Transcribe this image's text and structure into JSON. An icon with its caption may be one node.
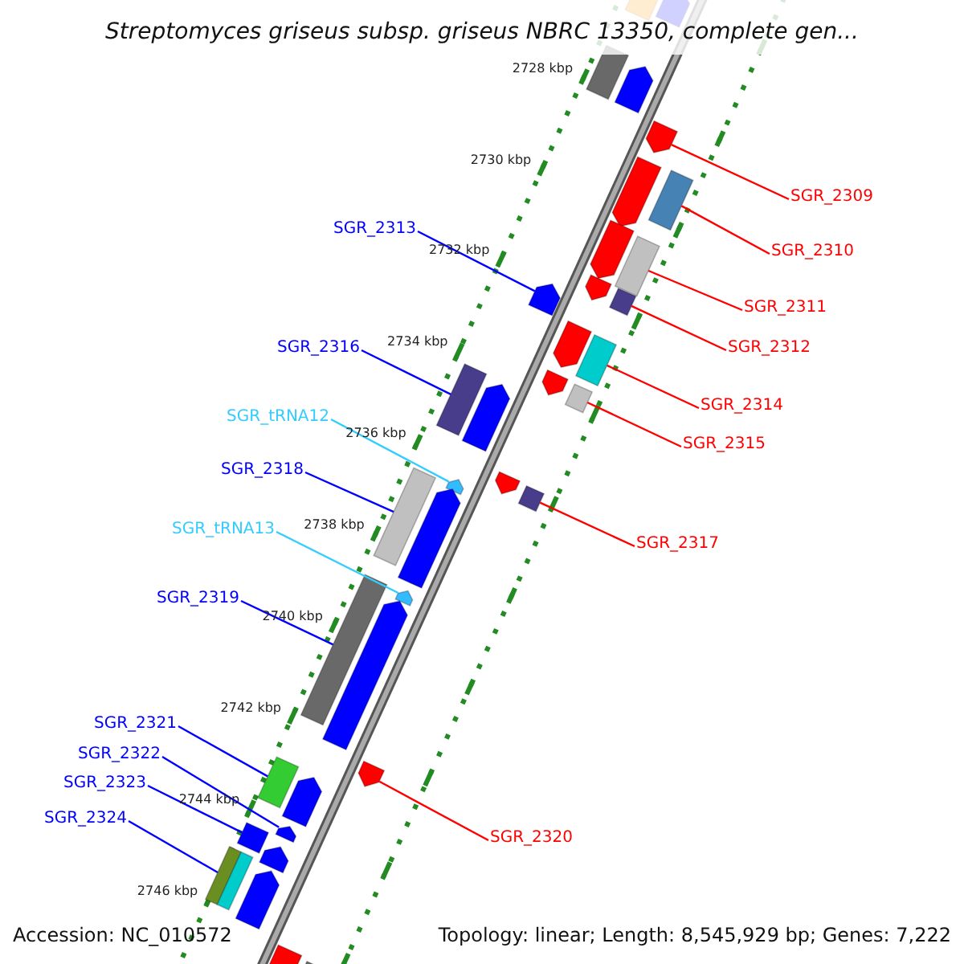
{
  "diagram": {
    "title": "Streptomyces griseus subsp. griseus NBRC 13350, complete gen...",
    "nodes": [
      {
        "text": [
          "SGR_2309"
        ]
      },
      {
        "text": [
          "SGR_2313"
        ]
      },
      {
        "text": [
          "SGR_2310"
        ]
      },
      {
        "text": [
          "SGR_2311"
        ]
      },
      {
        "text": [
          "SGR_2316"
        ]
      },
      {
        "text": [
          "SGR_2312"
        ]
      },
      {
        "text": [
          "SGR_2314"
        ]
      },
      {
        "text": [
          "SGR_tRNA12"
        ]
      },
      {
        "text": [
          "SGR_2315"
        ]
      },
      {
        "text": [
          "SGR_2318"
        ]
      },
      {
        "text": [
          "SGR_tRNA13"
        ]
      },
      {
        "text": [
          "SGR_2317"
        ]
      },
      {
        "text": [
          "SGR_2319"
        ]
      },
      {
        "text": [
          "SGR_2321"
        ]
      },
      {
        "text": [
          "SGR_2322"
        ]
      },
      {
        "text": [
          "SGR_2323"
        ]
      },
      {
        "text": [
          "SGR_2324"
        ]
      },
      {
        "text": [
          "SGR_2320"
        ]
      },
      {
        "text": [],
        "shape": "bar"
      },
      {
        "text": [],
        "shape": "bar"
      },
      {
        "text": [],
        "shape": "bar"
      },
      {
        "text": [],
        "shape": "bar"
      },
      {
        "text": [],
        "shape": "bar"
      },
      {
        "text": [],
        "shape": "bar"
      },
      {
        "text": [],
        "shape": "bar"
      },
      {
        "text": [],
        "shape": "bar"
      },
      {
        "text": [],
        "shape": "bar"
      },
      {
        "text": [],
        "shape": "bar"
      },
      {
        "text": [],
        "shape": "bar"
      },
      {
        "text": [],
        "shape": "bar"
      },
      {
        "text": [],
        "shape": "bar"
      },
      {
        "text": [],
        "shape": "bar"
      },
      {
        "text": [],
        "shape": "bar"
      },
      {
        "text": [],
        "shape": "bar"
      },
      {
        "text": [],
        "shape": "bar"
      },
      {
        "text": [],
        "shape": "bar"
      },
      {
        "text": [],
        "shape": "bar"
      },
      {
        "text": [],
        "shape": "bar"
      },
      {
        "text": [],
        "shape": "bar"
      },
      {
        "text": [],
        "shape": "bar"
      },
      {
        "text": [],
        "shape": "bar"
      },
      {
        "text": [],
        "shape": "bar"
      },
      {
        "text": [],
        "shape": "bar"
      },
      {
        "text": [],
        "shape": "bar"
      },
      {
        "text": [],
        "shape": "bar"
      },
      {
        "text": [],
        "shape": "bar"
      },
      {
        "text": [],
        "shape": "bar"
      },
      {
        "text": [],
        "shape": "bar"
      },
      {
        "text": [],
        "shape": "bar"
      },
      {
        "text": [],
        "shape": "bar"
      },
      {
        "text": [],
        "shape": "bar"
      },
      {
        "text": [],
        "shape": "bar"
      },
      {
        "text": [],
        "shape": "bar"
      },
      {
        "text": [],
        "shape": "bar"
      },
      {
        "text": [],
        "shape": "bar"
      }
    ],
    "edges": [
      {
        "from": 0,
        "to": 18,
        "arrow": "none",
        "color": "#ff0000"
      },
      {
        "from": 1,
        "to": 19,
        "arrow": "none",
        "color": "#0000ff"
      },
      {
        "from": 2,
        "to": 20,
        "arrow": "none",
        "color": "#ff0000"
      },
      {
        "from": 3,
        "to": 21,
        "arrow": "none",
        "color": "#ff0000"
      },
      {
        "from": 4,
        "to": 22,
        "arrow": "none",
        "color": "#0000ff"
      },
      {
        "from": 5,
        "to": 23,
        "arrow": "none",
        "color": "#ff0000"
      },
      {
        "from": 6,
        "to": 24,
        "arrow": "none",
        "color": "#ff0000"
      },
      {
        "from": 7,
        "to": 25,
        "arrow": "none",
        "color": "#33ccff"
      },
      {
        "from": 8,
        "to": 26,
        "arrow": "none",
        "color": "#ff0000"
      },
      {
        "from": 9,
        "to": 27,
        "arrow": "none",
        "color": "#0000ff"
      },
      {
        "from": 10,
        "to": 28,
        "arrow": "none",
        "color": "#33ccff"
      },
      {
        "from": 11,
        "to": 29,
        "arrow": "none",
        "color": "#ff0000"
      },
      {
        "from": 12,
        "to": 30,
        "arrow": "none",
        "color": "#0000ff"
      },
      {
        "from": 13,
        "to": 31,
        "arrow": "none",
        "color": "#0000ff"
      },
      {
        "from": 14,
        "to": 32,
        "arrow": "none",
        "color": "#0000ff"
      },
      {
        "from": 15,
        "to": 33,
        "arrow": "none",
        "color": "#0000ff"
      },
      {
        "from": 16,
        "to": 34,
        "arrow": "none",
        "color": "#0000ff"
      },
      {
        "from": 17,
        "to": 35,
        "arrow": "none",
        "color": "#ff0000"
      }
    ],
    "labels": [
      "2728 kbp",
      "2730 kbp",
      "2732 kbp",
      "2734 kbp",
      "2736 kbp",
      "2738 kbp",
      "2740 kbp",
      "2742 kbp",
      "2744 kbp",
      "2746 kbp",
      "Accession: NC_010572",
      "Topology: linear; Length: 8,545,929 bp; Genes: 7,222"
    ]
  }
}
